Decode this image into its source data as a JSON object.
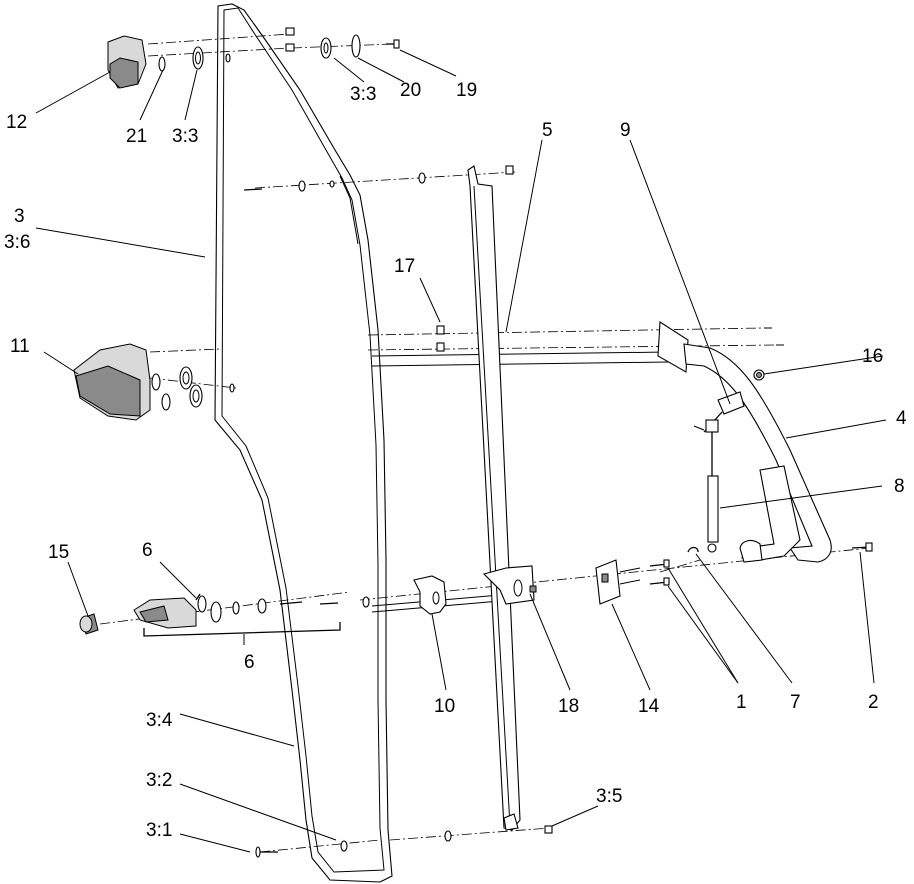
{
  "callouts": {
    "c1": "1",
    "c2": "2",
    "c3": "3",
    "c3_6": "3:6",
    "c3_1": "3:1",
    "c3_2": "3:2",
    "c3_3a": "3:3",
    "c3_3b": "3:3",
    "c3_4": "3:4",
    "c3_5": "3:5",
    "c4": "4",
    "c5": "5",
    "c6a": "6",
    "c6b": "6",
    "c7": "7",
    "c8": "8",
    "c9": "9",
    "c10": "10",
    "c11": "11",
    "c12": "12",
    "c14": "14",
    "c15": "15",
    "c16": "16",
    "c17": "17",
    "c18": "18",
    "c19": "19",
    "c20": "20",
    "c21": "21"
  }
}
